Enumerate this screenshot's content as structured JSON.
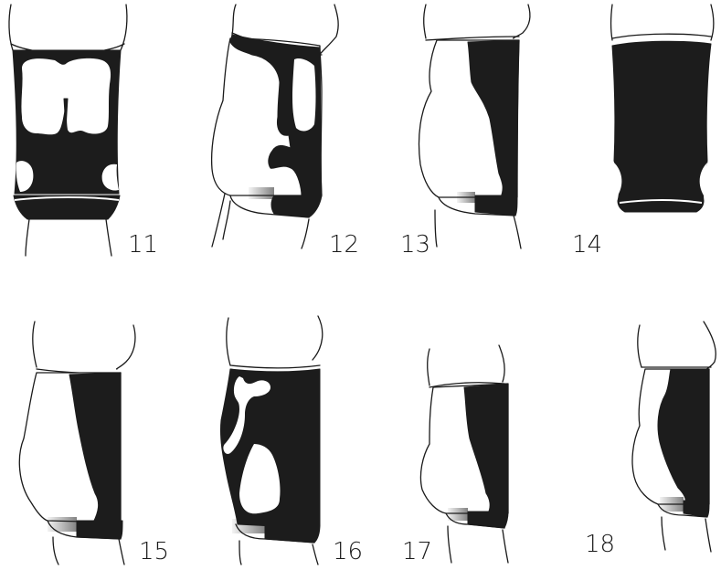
{
  "figure": {
    "panels": [
      {
        "id": "11",
        "label": "11"
      },
      {
        "id": "12",
        "label": "12"
      },
      {
        "id": "13",
        "label": "13"
      },
      {
        "id": "14",
        "label": "14"
      },
      {
        "id": "15",
        "label": "15"
      },
      {
        "id": "16",
        "label": "16"
      },
      {
        "id": "17",
        "label": "17"
      },
      {
        "id": "18",
        "label": "18"
      }
    ],
    "colors": {
      "pattern": "#1c1c1c",
      "outline": "#1a1a1a",
      "background": "#ffffff"
    }
  }
}
